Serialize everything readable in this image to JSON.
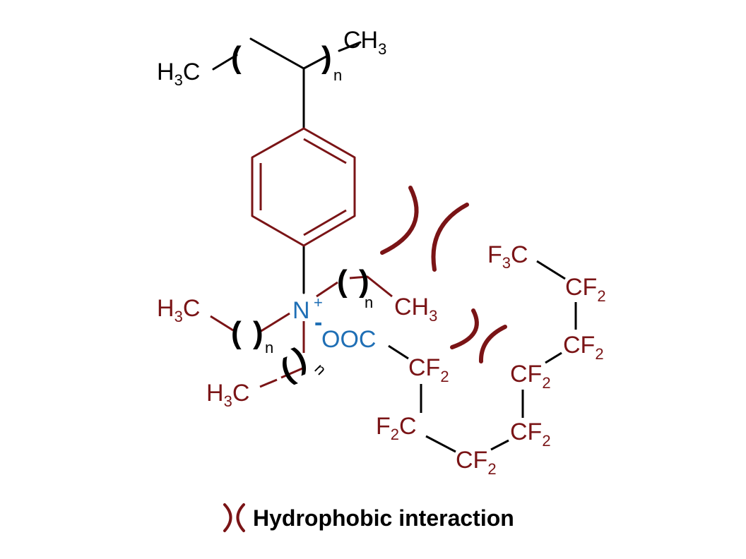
{
  "colors": {
    "black": "#000000",
    "dark_red": "#7a1416",
    "blue": "#1f6fb5"
  },
  "polymer": {
    "left_end": {
      "main": "H",
      "sub": "3",
      "tail": "C"
    },
    "right_end": {
      "main": "CH",
      "sub": "3"
    },
    "repeat_subscript": "n"
  },
  "cation": {
    "nitrogen": "N",
    "charge": "+",
    "right_arm": {
      "subscript": "n",
      "end_main": "CH",
      "end_sub": "3"
    },
    "left_arm": {
      "subscript": "n",
      "end_main": "H",
      "end_sub": "3",
      "end_tail": "C"
    },
    "lower_arm": {
      "subscript": "n",
      "end_main": "H",
      "end_sub": "3",
      "end_tail": "C"
    }
  },
  "anion": {
    "minus": "-",
    "group": "OOC"
  },
  "fluoro_chain": {
    "cf2_main": "CF",
    "cf2_sub": "2",
    "f2c_main": "F",
    "f2c_sub": "2",
    "f2c_tail": "C",
    "f3c_main": "F",
    "f3c_sub": "3",
    "f3c_tail": "C"
  },
  "legend": {
    "symbol": ")(",
    "label": "Hydrophobic interaction"
  }
}
